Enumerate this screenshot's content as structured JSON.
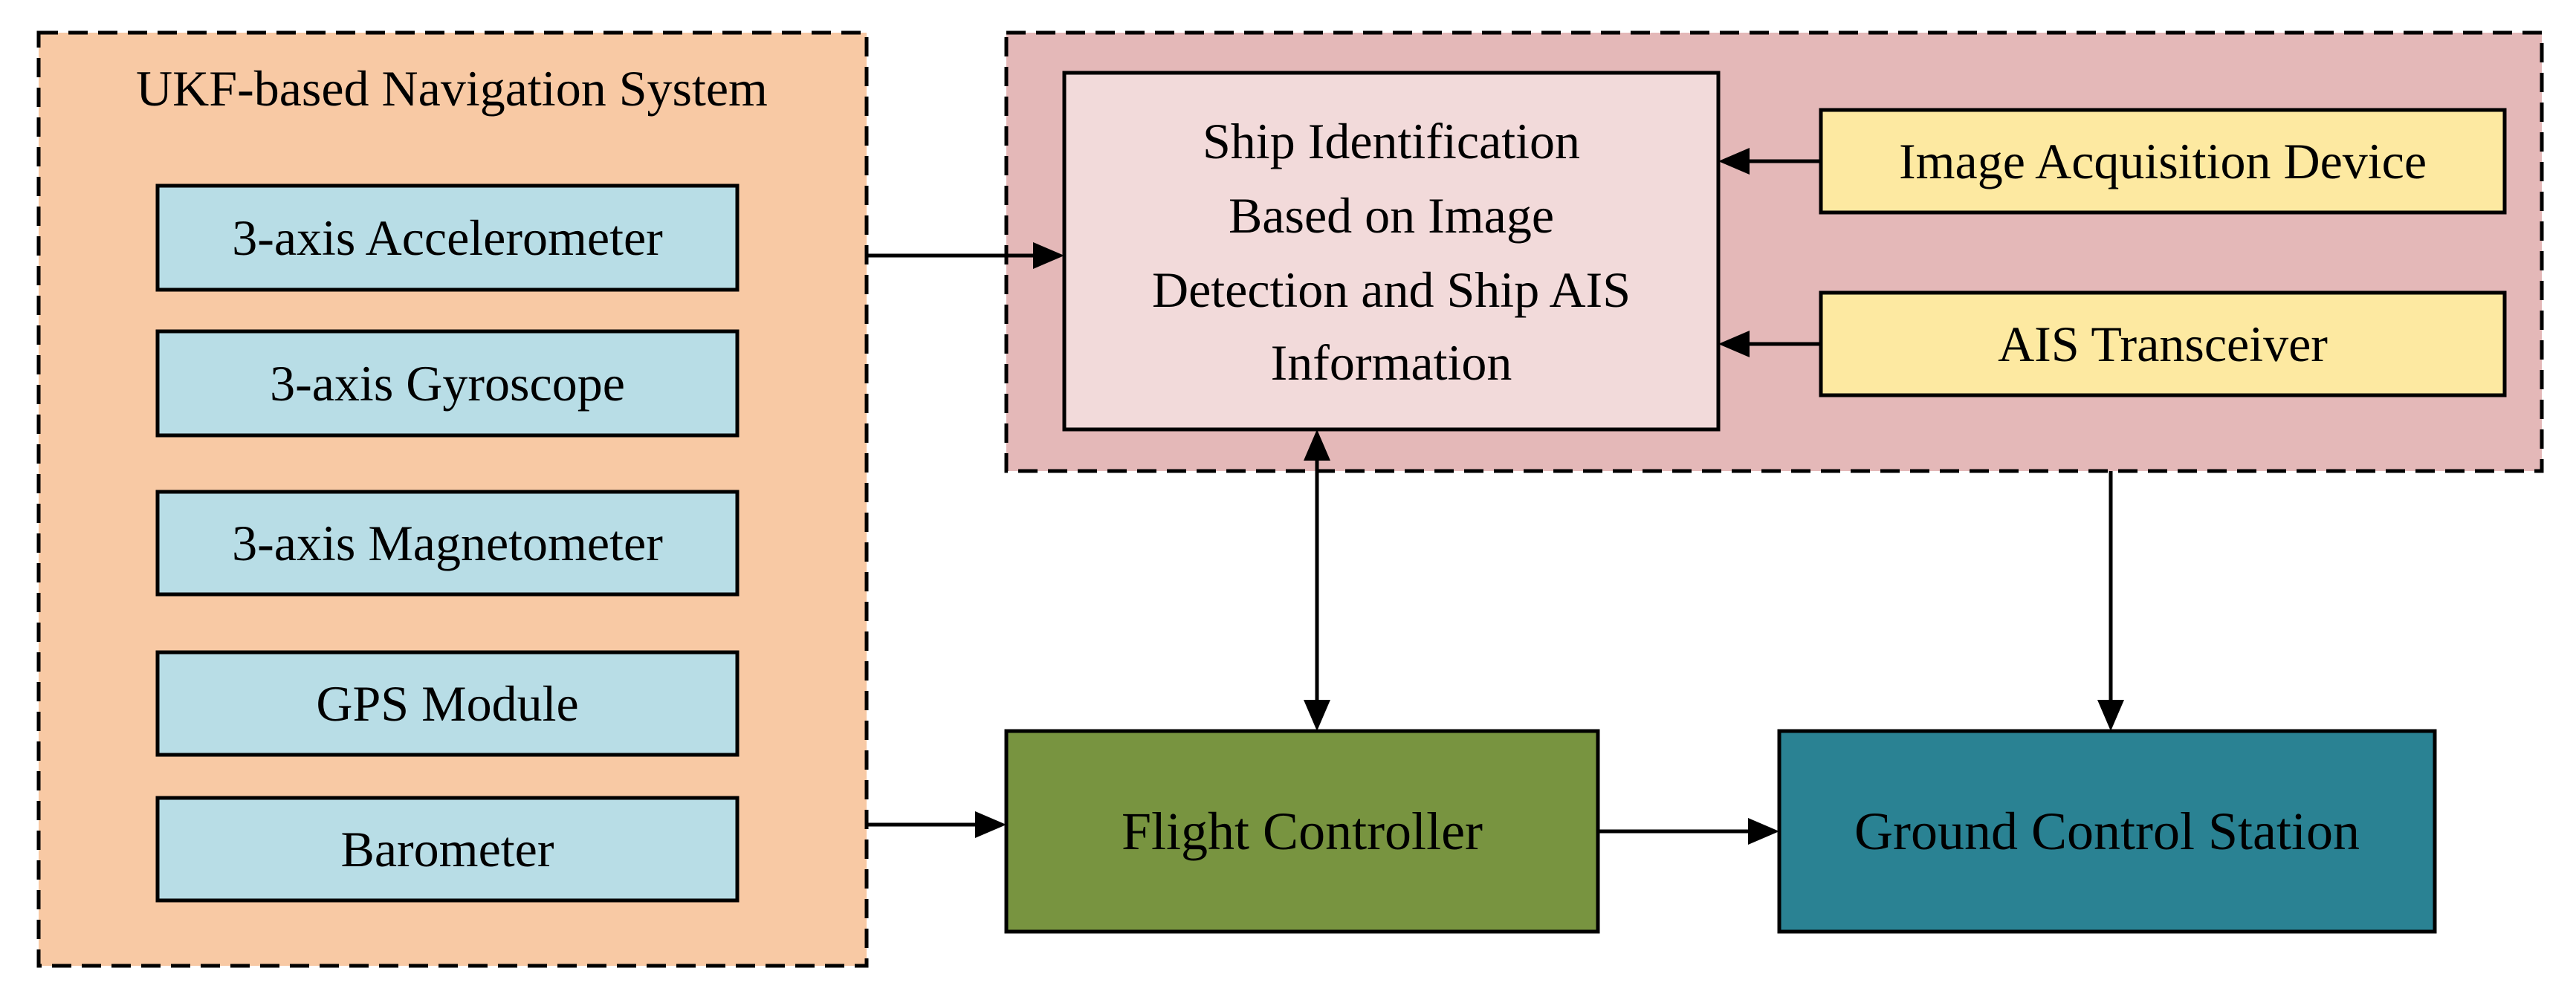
{
  "nav_system": {
    "title": "UKF-based Navigation System",
    "sensors": [
      "3-axis Accelerometer",
      "3-axis Gyroscope",
      "3-axis Magnetometer",
      "GPS Module",
      "Barometer"
    ]
  },
  "ship_id": {
    "lines": [
      "Ship Identification",
      "Based on Image",
      "Detection and Ship AIS",
      "Information"
    ]
  },
  "image_device": {
    "label": "Image Acquisition Device"
  },
  "ais": {
    "label": "AIS Transceiver"
  },
  "flight_controller": {
    "label": "Flight Controller"
  },
  "ground_station": {
    "label": "Ground Control Station"
  },
  "colors": {
    "nav_group_fill": "#f8c9a4",
    "sensor_fill": "#b8dde6",
    "ship_group_fill": "#e4b8b8",
    "ship_box_fill": "#f2dada",
    "input_fill": "#fde9a1",
    "flight_fill": "#789440",
    "ground_fill": "#2a8293"
  }
}
